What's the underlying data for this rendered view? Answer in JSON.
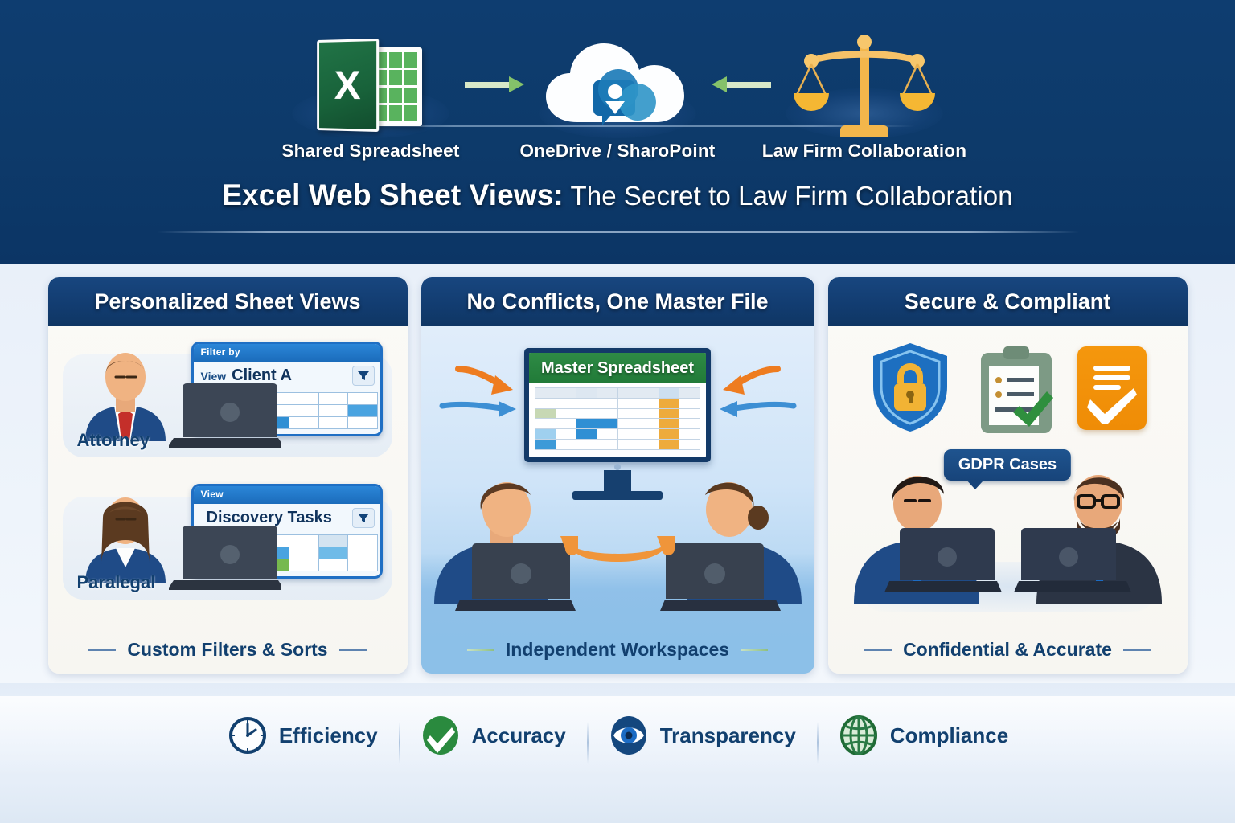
{
  "header": {
    "title_main": "Excel Web Sheet Views:",
    "title_sub": " The Secret to Law Firm Collaboration",
    "flow": [
      {
        "label": "Shared Spreadsheet",
        "icon": "excel-icon",
        "letter": "X"
      },
      {
        "label": "OneDrive / SharoPoint",
        "icon": "cloud-icon"
      },
      {
        "label": "Law Firm Collaboration",
        "icon": "scales-of-justice-icon"
      }
    ],
    "arrows": [
      "arrow-right-icon",
      "arrow-left-icon"
    ],
    "bg_color": "#0d3a6a",
    "accent_color": "#85c26a"
  },
  "panels": [
    {
      "id": "personalized-sheet-views",
      "heading": "Personalized Sheet Views",
      "footer": "Custom Filters & Sorts",
      "rows": [
        {
          "role": "Attorney",
          "card_title": "Filter by",
          "card_label": "View",
          "card_value": "Client A",
          "card_button_icon": "filter-funnel-icon"
        },
        {
          "role": "Paralegal",
          "card_title": "View",
          "card_label": "",
          "card_value": "Discovery Tasks",
          "card_button_icon": "filter-funnel-icon"
        }
      ]
    },
    {
      "id": "no-conflicts-one-master-file",
      "heading": "No Conflicts, One Master File",
      "footer": "Independent Workspaces",
      "monitor_title": "Master Spreadsheet",
      "people": [
        "attorney-male",
        "attorney-female"
      ],
      "arrow_colors": {
        "orange": "#ee7c20",
        "blue": "#3d8fd4"
      }
    },
    {
      "id": "secure-and-compliant",
      "heading": "Secure & Compliant",
      "footer": "Confidential & Accurate",
      "bubble": "GDPR Cases",
      "icons": [
        "shield-lock-icon",
        "clipboard-check-icon",
        "orange-approve-icon"
      ],
      "people": [
        "lawyer-male-1",
        "lawyer-male-2"
      ]
    }
  ],
  "footer_bar": {
    "items": [
      {
        "label": "Efficiency",
        "icon": "clock-icon",
        "color": "#12406f"
      },
      {
        "label": "Accuracy",
        "icon": "check-circle-icon",
        "color": "#2a8a3e"
      },
      {
        "label": "Transparency",
        "icon": "eye-icon",
        "color": "#14477e"
      },
      {
        "label": "Compliance",
        "icon": "globe-icon",
        "color": "#2a7a45"
      }
    ]
  }
}
